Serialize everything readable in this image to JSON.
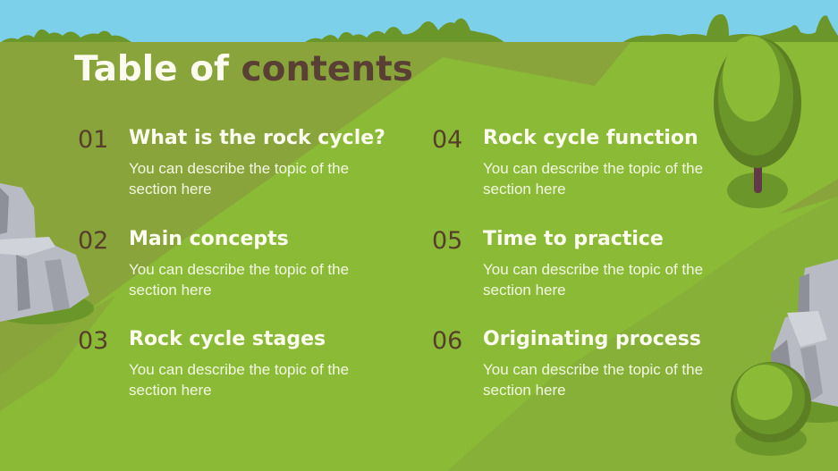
{
  "slide": {
    "title": {
      "part1": "Table of",
      "part2": "contents"
    },
    "colors": {
      "sky": "#7dd0ea",
      "grass_light": "#8bba36",
      "grass_dark": "#88a43a",
      "bush": "#6b962a",
      "number": "#553f2a",
      "title_accent": "#5a3f34",
      "text": "#fcfdf0"
    },
    "items": [
      {
        "number": "01",
        "heading": "What is the rock cycle?",
        "description": "You can describe the topic of the section here"
      },
      {
        "number": "02",
        "heading": "Main concepts",
        "description": "You can describe the topic of the section here"
      },
      {
        "number": "03",
        "heading": "Rock cycle stages",
        "description": "You can describe the topic of the section here"
      },
      {
        "number": "04",
        "heading": "Rock cycle function",
        "description": "You can describe the topic of the section here"
      },
      {
        "number": "05",
        "heading": "Time to practice",
        "description": "You can describe the topic of the section here"
      },
      {
        "number": "06",
        "heading": "Originating process",
        "description": "You can describe the topic of the section here"
      }
    ],
    "decorations": [
      "bush-row",
      "tree-icon",
      "rock-left-icon",
      "rock-right-icon",
      "round-bush-icon"
    ]
  }
}
